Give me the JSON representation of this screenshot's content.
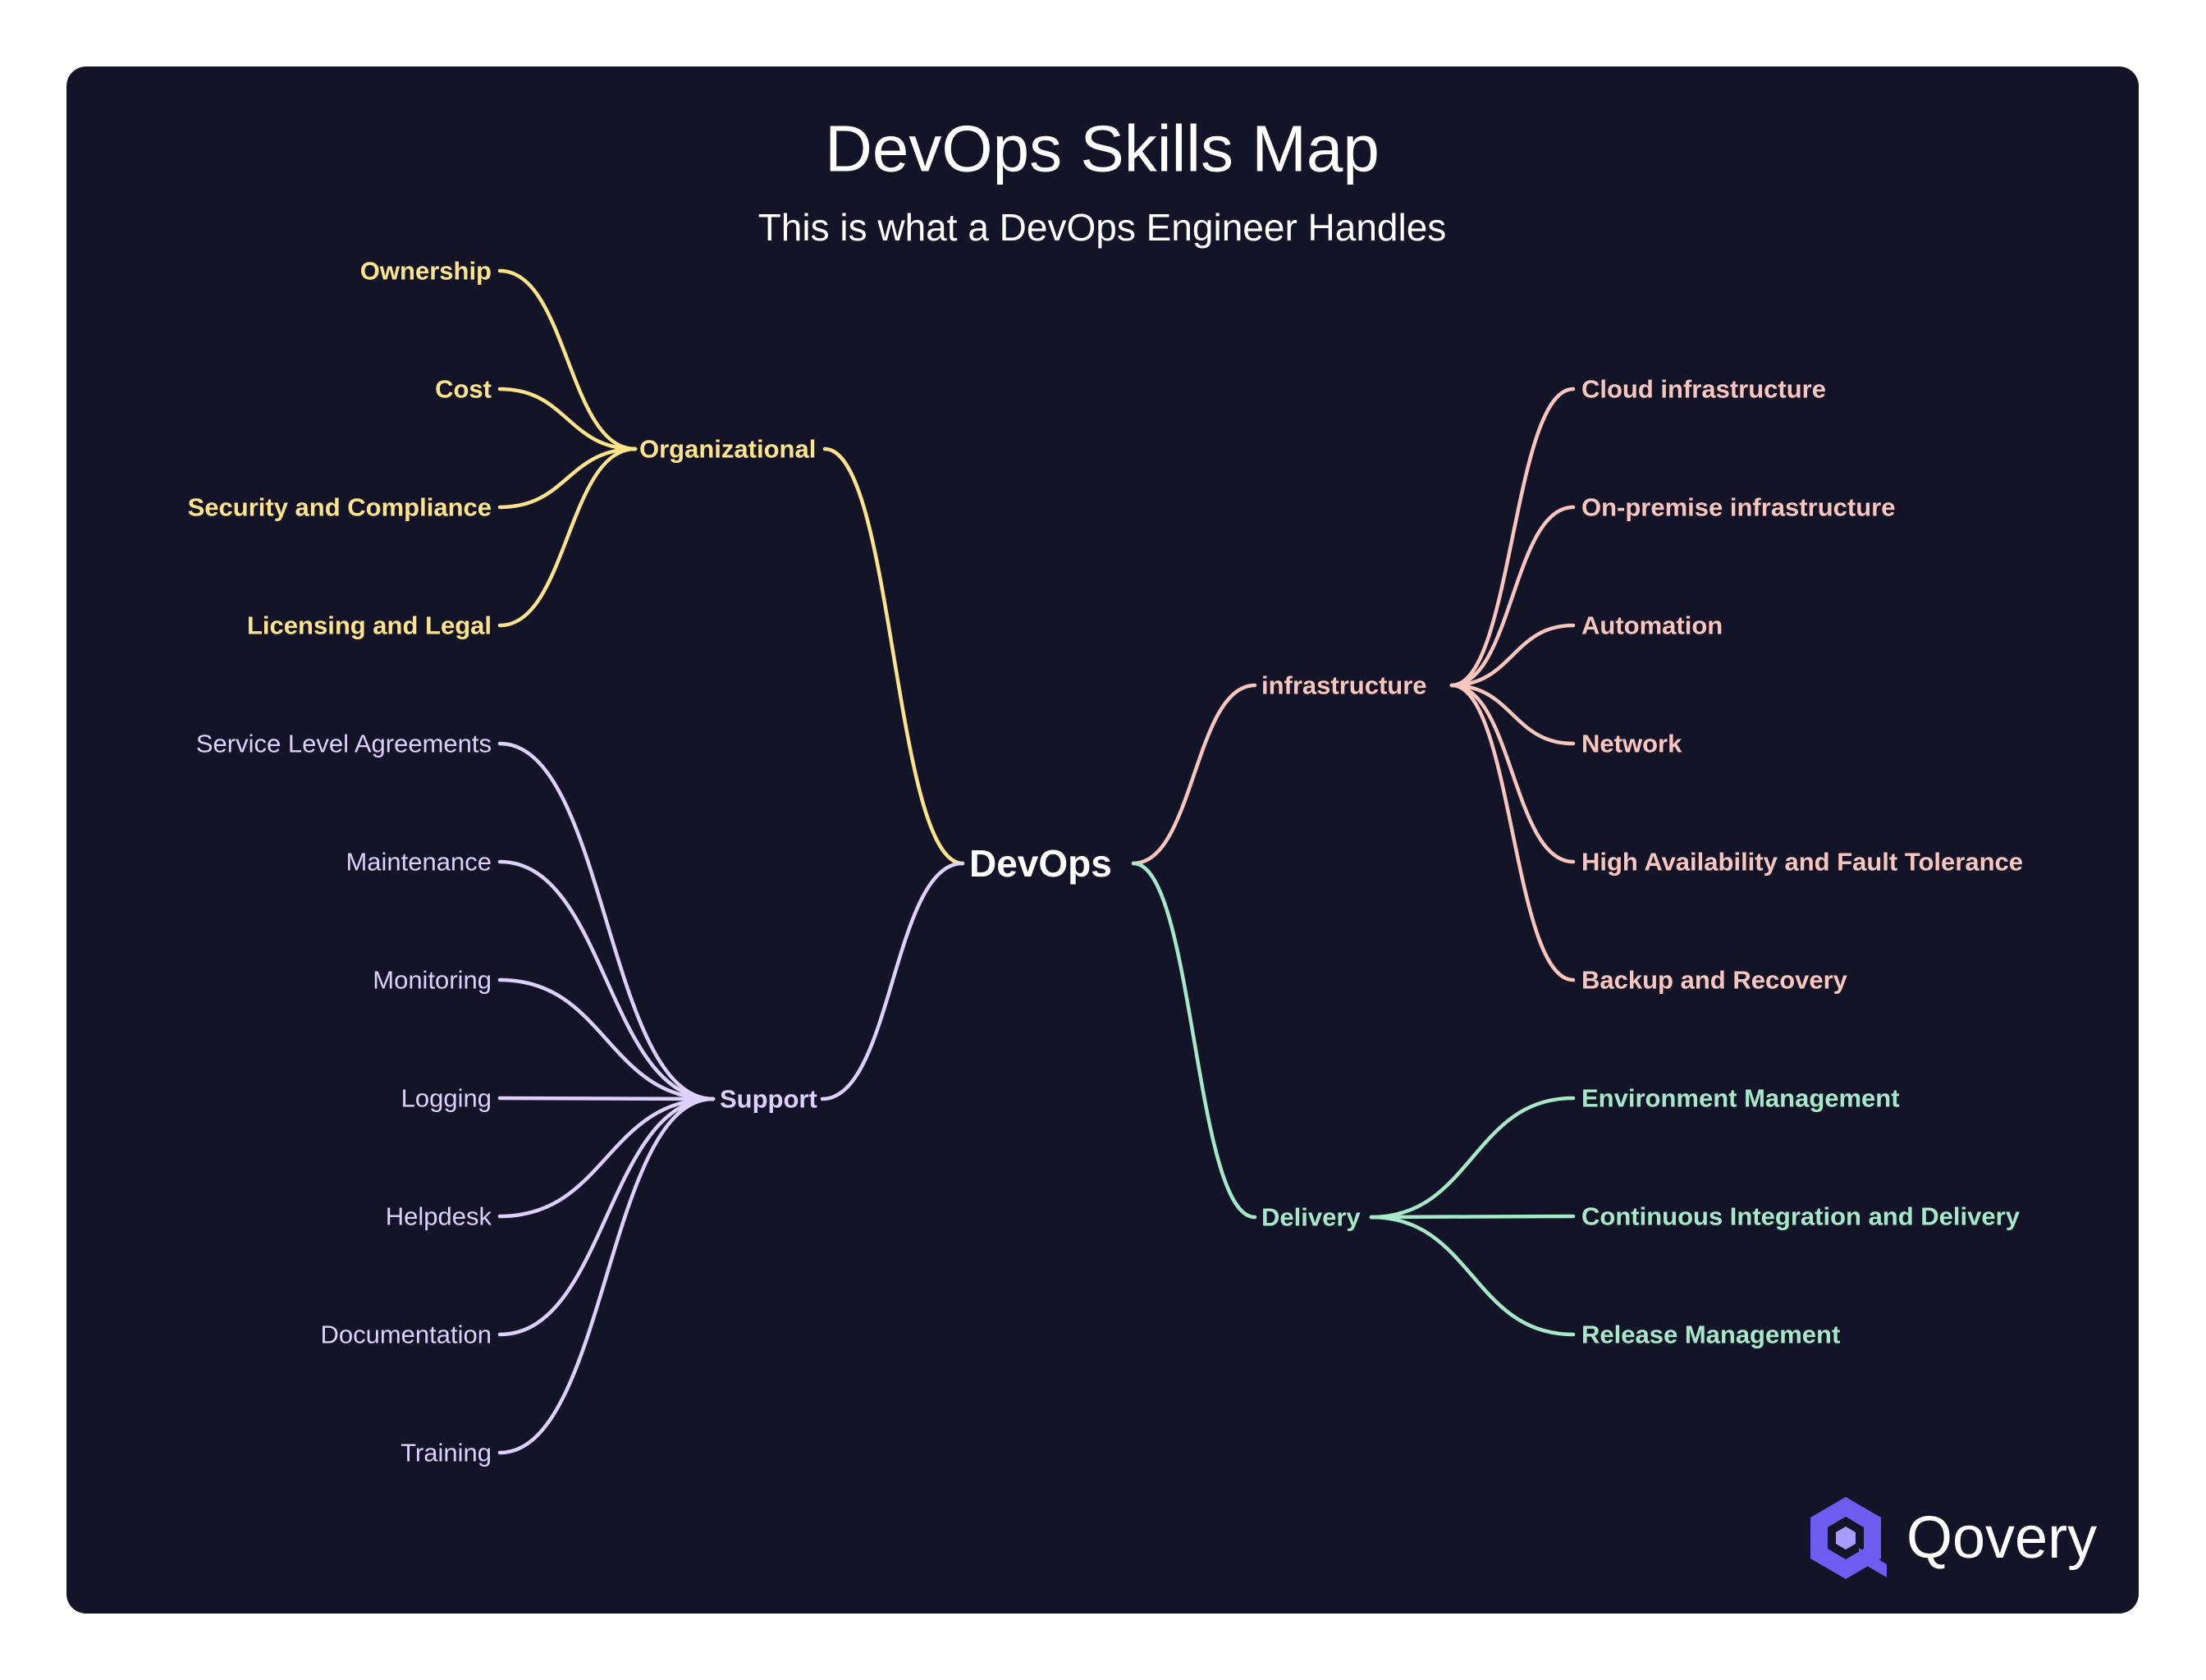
{
  "header": {
    "title": "DevOps Skills Map",
    "subtitle": "This is what a DevOps Engineer Handles"
  },
  "colors": {
    "background": "#141428",
    "organizational": "#fde38a",
    "support": "#ddd0fb",
    "infrastructure": "#f9c6bd",
    "delivery": "#a6e8c8",
    "root": "#ffffff",
    "logo": "#6c5cf0"
  },
  "mindmap": {
    "root": "DevOps",
    "branches": [
      {
        "key": "organizational",
        "label": "Organizational",
        "children": [
          "Ownership",
          "Cost",
          "Security and Compliance",
          "Licensing and Legal"
        ]
      },
      {
        "key": "support",
        "label": "Support",
        "children": [
          "Service Level Agreements",
          "Maintenance",
          "Monitoring",
          "Logging",
          "Helpdesk",
          "Documentation",
          "Training"
        ]
      },
      {
        "key": "infrastructure",
        "label": "infrastructure",
        "children": [
          "Cloud infrastructure",
          "On-premise infrastructure",
          "Automation",
          "Network",
          "High Availability and Fault Tolerance",
          "Backup and Recovery"
        ]
      },
      {
        "key": "delivery",
        "label": "Delivery",
        "children": [
          "Environment Management",
          "Continuous Integration and Delivery",
          "Release Management"
        ]
      }
    ]
  },
  "logo": {
    "text": "Qovery",
    "icon": "qovery-logo-icon"
  }
}
